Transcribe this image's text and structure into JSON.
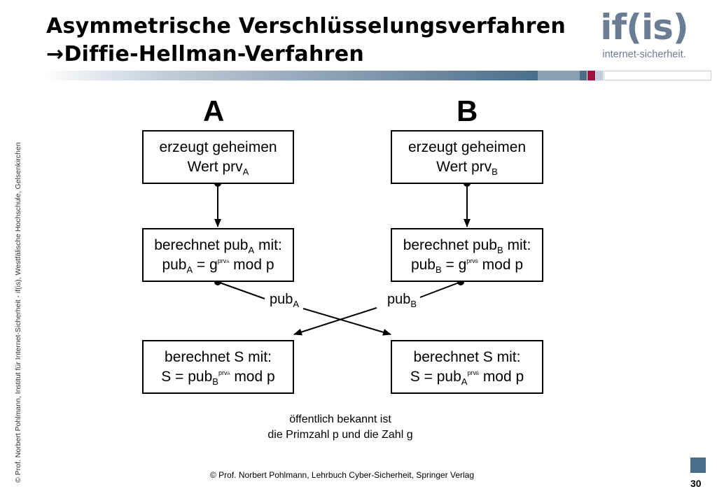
{
  "header": {
    "title_line1": "Asymmetrische Verschlüsselungsverfahren",
    "title_line2": "Diffie-Hellman-Verfahren",
    "arrow_glyph": "→"
  },
  "logo": {
    "text": "if(is)",
    "subtitle": "internet-sicherheit."
  },
  "diagram": {
    "party_a": "A",
    "party_b": "B",
    "box_a1": {
      "line1": "erzeugt geheimen",
      "line2_pre": "Wert prv",
      "line2_sub": "A"
    },
    "box_b1": {
      "line1": "erzeugt geheimen",
      "line2_pre": "Wert prv",
      "line2_sub": "B"
    },
    "box_a2": {
      "l1_pre": "berechnet pub",
      "l1_sub": "A",
      "l1_post": " mit:",
      "l2_pre": "pub",
      "l2_sub": "A",
      "l2_mid": " = g",
      "l2_sup": "prv",
      "l2_supsub": "A",
      "l2_post": " mod p"
    },
    "box_b2": {
      "l1_pre": "berechnet pub",
      "l1_sub": "B",
      "l1_post": " mit:",
      "l2_pre": "pub",
      "l2_sub": "B",
      "l2_mid": " = g",
      "l2_sup": "prv",
      "l2_supsub": "B",
      "l2_post": " mod p"
    },
    "box_a3": {
      "line1": "berechnet S mit:",
      "l2_pre": "S = pub",
      "l2_sub": "B",
      "l2_sup": "prv",
      "l2_supsub": "A",
      "l2_post": " mod p"
    },
    "box_b3": {
      "line1": "berechnet S mit:",
      "l2_pre": "S = pub",
      "l2_sub": "A",
      "l2_sup": "prv",
      "l2_supsub": "B",
      "l2_post": " mod p"
    },
    "label_pub_a": {
      "pre": "pub",
      "sub": "A"
    },
    "label_pub_b": {
      "pre": "pub",
      "sub": "B"
    },
    "note_line1": "öffentlich bekannt ist",
    "note_line2": "die Primzahl p und die Zahl g"
  },
  "footer": {
    "copyright": "© Prof. Norbert Pohlmann, Lehrbuch Cyber-Sicherheit, Springer Verlag",
    "page_number": "30",
    "vertical_text": "© Prof.  Norbert Pohlmann, Institut für Internet-Sicherheit - if(is), Westfälische Hochschule, Gelsenkirchen"
  },
  "colors": {
    "accent": "#4a6e8a",
    "brand_red": "#a0133d",
    "logo_gray": "#6a7d95"
  }
}
